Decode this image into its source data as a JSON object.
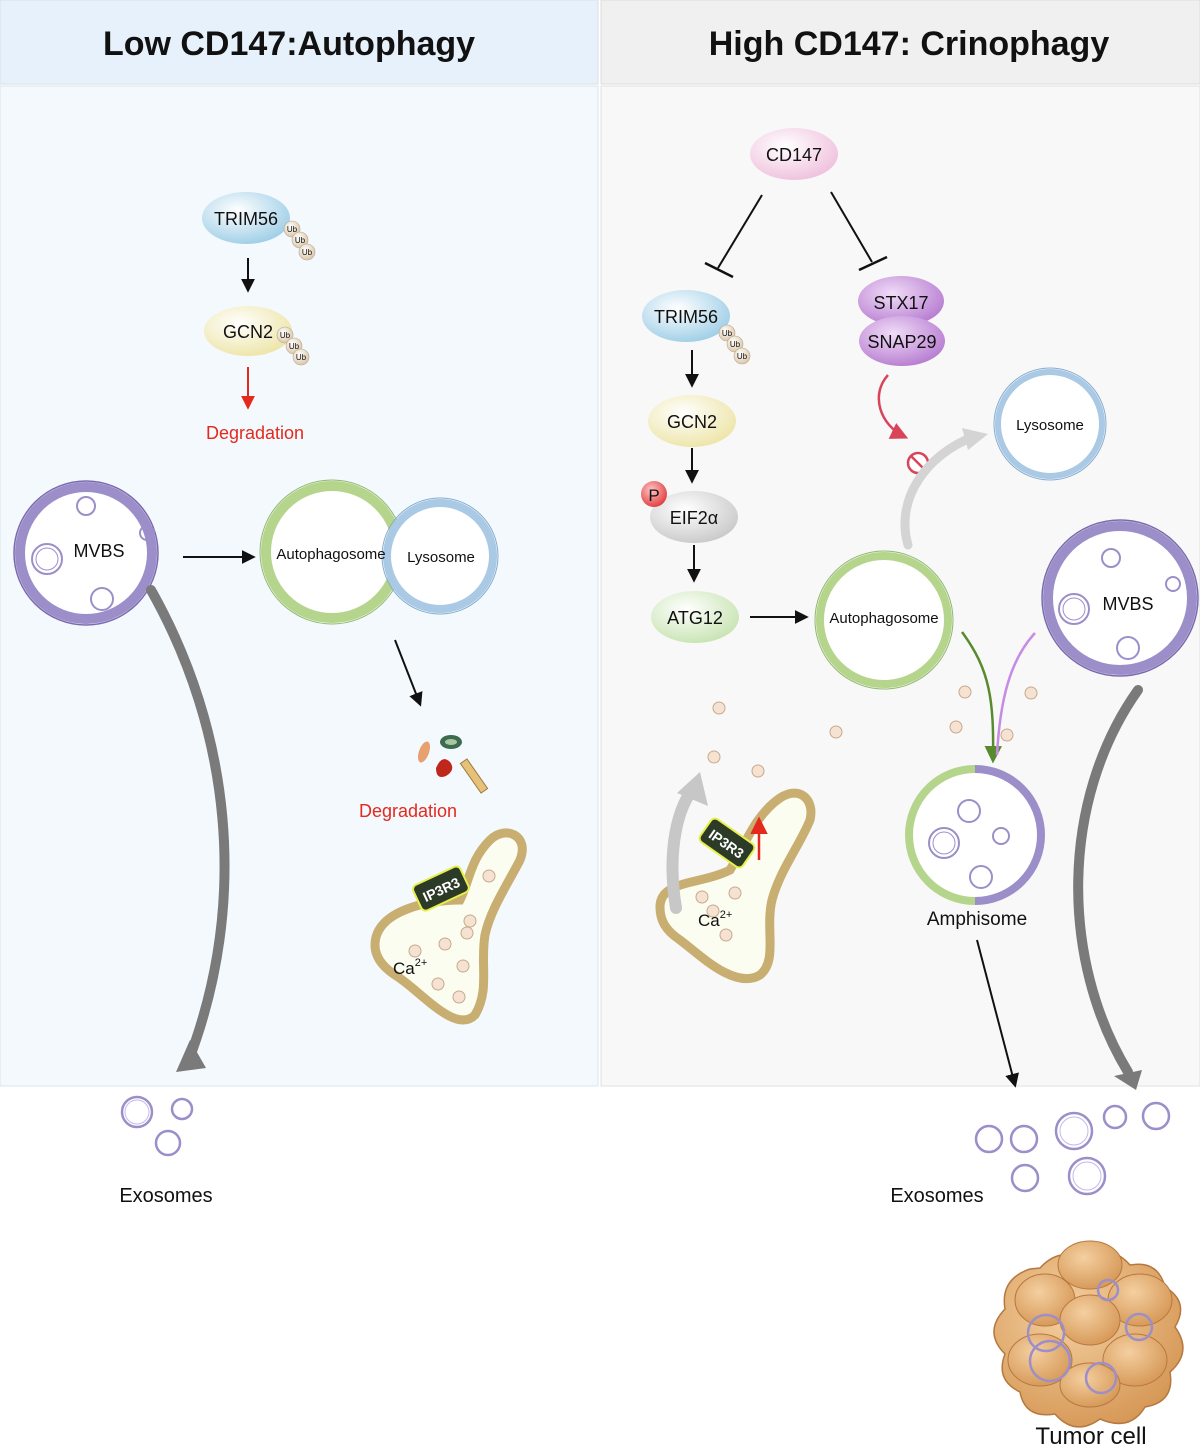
{
  "panels": {
    "left_title": "Low CD147:Autophagy",
    "right_title": "High CD147: Crinophagy"
  },
  "left": {
    "trim56": "TRIM56",
    "gcn2": "GCN2",
    "ub": "Ub",
    "degradation_top": "Degradation",
    "mvbs": "MVBS",
    "autophagosome": "Autophagosome",
    "lysosome": "Lysosome",
    "degradation_bottom": "Degradation",
    "ip3r3": "IP3R3",
    "ca": "Ca",
    "ca_sup": "2+",
    "exosomes": "Exosomes"
  },
  "right": {
    "cd147": "CD147",
    "trim56": "TRIM56",
    "ub": "Ub",
    "gcn2": "GCN2",
    "p": "P",
    "eif2a": "EIF2α",
    "atg12": "ATG12",
    "stx17": "STX17",
    "snap29": "SNAP29",
    "lysosome": "Lysosome",
    "autophagosome": "Autophagosome",
    "mvbs": "MVBS",
    "amphisome": "Amphisome",
    "ip3r3": "IP3R3",
    "ca": "Ca",
    "ca_sup": "2+",
    "exosomes": "Exosomes",
    "tumor_cell": "Tumor cell"
  },
  "colors": {
    "left_header": "#e7f1fb",
    "right_header": "#f0f0f0",
    "left_panel": "#f3f9fd",
    "right_panel": "#f8f8f8",
    "vesicle_purple": "#9c8fc9",
    "autophagosome_green": "#b5d58d",
    "lysosome_blue": "#a9c9e4",
    "er_tan": "#c8ae70",
    "degradation_red": "#e42a1d"
  }
}
